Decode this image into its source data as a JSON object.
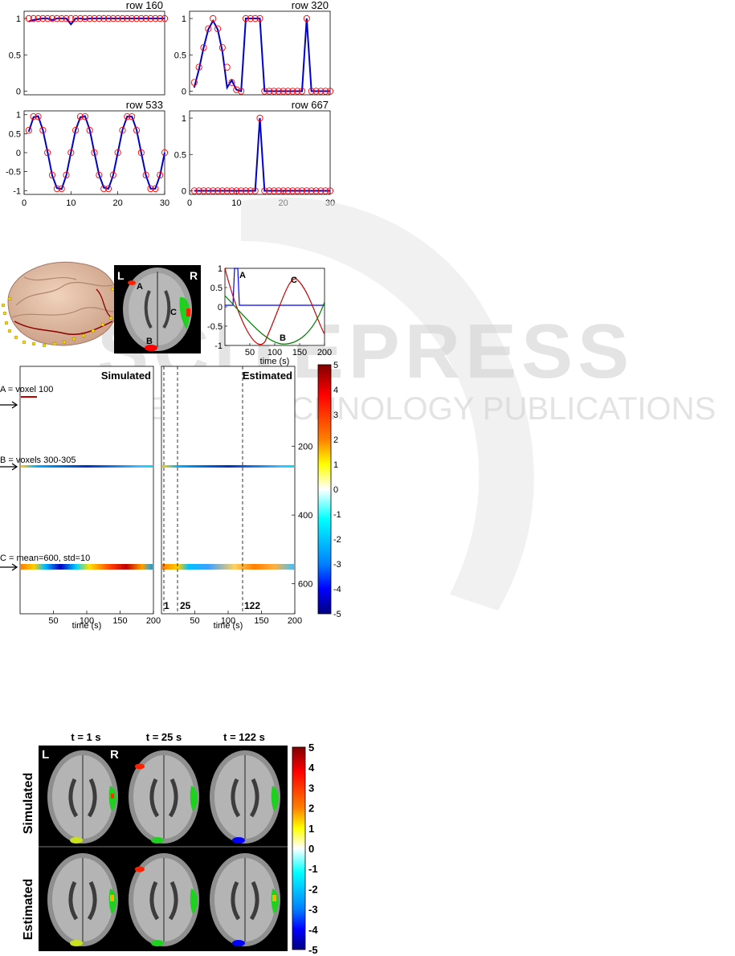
{
  "top_panels": {
    "chart_data": [
      {
        "type": "line",
        "title": "row 160",
        "xlim": [
          0,
          30
        ],
        "ylim": [
          -0.05,
          1.1
        ],
        "yticks": [
          0,
          0.5,
          1
        ],
        "xticks": [],
        "series": [
          {
            "values": [
              1,
              1,
              1,
              1,
              1,
              1,
              1,
              1,
              1,
              1,
              1,
              1,
              1,
              1,
              1,
              1,
              1,
              1,
              1,
              1,
              1,
              1,
              1,
              1,
              1,
              1,
              1,
              1,
              1,
              1
            ]
          },
          {
            "values": [
              0.96,
              0.98,
              0.99,
              1,
              1,
              0.98,
              1,
              1,
              1,
              0.92,
              1,
              1,
              0.99,
              1,
              1,
              1,
              1,
              1,
              1,
              1,
              1,
              1,
              1,
              1,
              1,
              1,
              1,
              1,
              1,
              1
            ]
          }
        ]
      },
      {
        "type": "line",
        "title": "row 320",
        "xlim": [
          0,
          30
        ],
        "ylim": [
          -0.05,
          1.1
        ],
        "yticks": [
          0,
          0.5,
          1
        ],
        "xticks": [],
        "series": [
          {
            "values": [
              0.12,
              0.33,
              0.6,
              0.86,
              1,
              0.86,
              0.6,
              0.33,
              0.12,
              0.02,
              0,
              1,
              1,
              1,
              1,
              0,
              0,
              0,
              0,
              0,
              0,
              0,
              0,
              0,
              1,
              0,
              0,
              0,
              0,
              0
            ]
          },
          {
            "values": [
              0.05,
              0.3,
              0.6,
              0.85,
              0.97,
              0.85,
              0.55,
              0.05,
              0.15,
              0.02,
              0,
              1,
              1,
              1,
              1,
              0,
              0,
              0,
              0,
              0,
              0,
              0,
              0,
              0,
              1,
              0,
              0,
              0,
              0,
              0
            ]
          }
        ]
      },
      {
        "type": "line",
        "title": "row 533",
        "xlim": [
          0,
          30
        ],
        "ylim": [
          -1.1,
          1.1
        ],
        "yticks": [
          -1,
          -0.5,
          0,
          0.5,
          1
        ],
        "xticks": [
          0,
          10,
          20,
          30
        ],
        "series": [
          {
            "values": [
              0.59,
              0.95,
              0.95,
              0.59,
              0,
              -0.59,
              -0.95,
              -0.95,
              -0.59,
              0,
              0.59,
              0.95,
              0.95,
              0.59,
              0,
              -0.59,
              -0.95,
              -0.95,
              -0.59,
              0,
              0.59,
              0.95,
              0.95,
              0.59,
              0,
              -0.59,
              -0.95,
              -0.95,
              -0.59,
              0
            ]
          },
          {
            "values": [
              0.55,
              0.93,
              0.96,
              0.6,
              0.02,
              -0.6,
              -0.93,
              -0.96,
              -0.6,
              0,
              0.6,
              0.93,
              0.96,
              0.6,
              0,
              -0.58,
              -0.92,
              -0.95,
              -0.6,
              0,
              0.6,
              0.95,
              0.95,
              0.6,
              0,
              -0.6,
              -0.95,
              -0.95,
              -0.6,
              0
            ]
          }
        ]
      },
      {
        "type": "line",
        "title": "row 667",
        "xlim": [
          0,
          30
        ],
        "ylim": [
          -0.05,
          1.1
        ],
        "yticks": [
          0,
          0.5,
          1
        ],
        "xticks": [
          0,
          10,
          20,
          30
        ],
        "series": [
          {
            "values": [
              0,
              0,
              0,
              0,
              0,
              0,
              0,
              0,
              0,
              0,
              0,
              0,
              0,
              0,
              1,
              0,
              0,
              0,
              0,
              0,
              0,
              0,
              0,
              0,
              0,
              0,
              0,
              0,
              0,
              0
            ]
          },
          {
            "values": [
              0,
              0,
              0,
              0,
              0,
              0,
              0,
              0,
              0,
              0,
              0,
              0,
              0,
              0,
              1,
              0,
              0,
              0,
              0,
              0,
              0,
              0,
              0,
              0,
              0,
              0,
              0,
              0,
              0,
              0
            ]
          }
        ]
      }
    ],
    "colors": {
      "simulated": "#ff0000",
      "estimated": "#0000cc"
    }
  },
  "middle": {
    "brain_labels": {
      "left": "L",
      "right": "R",
      "a": "A",
      "b": "B",
      "c": "C"
    },
    "source_plot": {
      "chart_data": {
        "type": "line",
        "xlabel": "time (s)",
        "xticks": [
          50,
          100,
          150,
          200
        ],
        "yticks": [
          -1,
          -0.5,
          0,
          0.5,
          1
        ],
        "xlim": [
          0,
          200
        ],
        "ylim": [
          -1,
          1
        ],
        "series": [
          {
            "label": "A",
            "color": "#0000ff"
          },
          {
            "label": "C",
            "color": "#cc0000"
          },
          {
            "label": "B",
            "color": "#008000"
          }
        ]
      }
    },
    "simulated_title": "Simulated",
    "estimated_title": "Estimated",
    "annot_a": "A = voxel 100",
    "annot_b": "B = voxels 300-305",
    "annot_c": "C = mean=600, std=10",
    "xlabel": "time (s)",
    "xticks": [
      "50",
      "100",
      "150",
      "200"
    ],
    "right_yticks": [
      "200",
      "400",
      "600"
    ],
    "vlines": [
      "1",
      "25",
      "122"
    ],
    "colorbar_ticks": [
      "5",
      "4",
      "3",
      "2",
      "1",
      "0",
      "-1",
      "-2",
      "-3",
      "-4",
      "-5"
    ]
  },
  "bottom": {
    "col_titles": [
      "t = 1 s",
      "t = 25 s",
      "t = 122 s"
    ],
    "row_titles": [
      "Simulated",
      "Estimated"
    ],
    "lr": {
      "left": "L",
      "right": "R"
    },
    "colorbar_ticks": [
      "5",
      "4",
      "3",
      "2",
      "1",
      "0",
      "-1",
      "-2",
      "-3",
      "-4",
      "-5"
    ]
  },
  "watermark": {
    "title": "SCITEPRESS",
    "subtitle": "SCIENCE AND TECHNOLOGY PUBLICATIONS"
  }
}
